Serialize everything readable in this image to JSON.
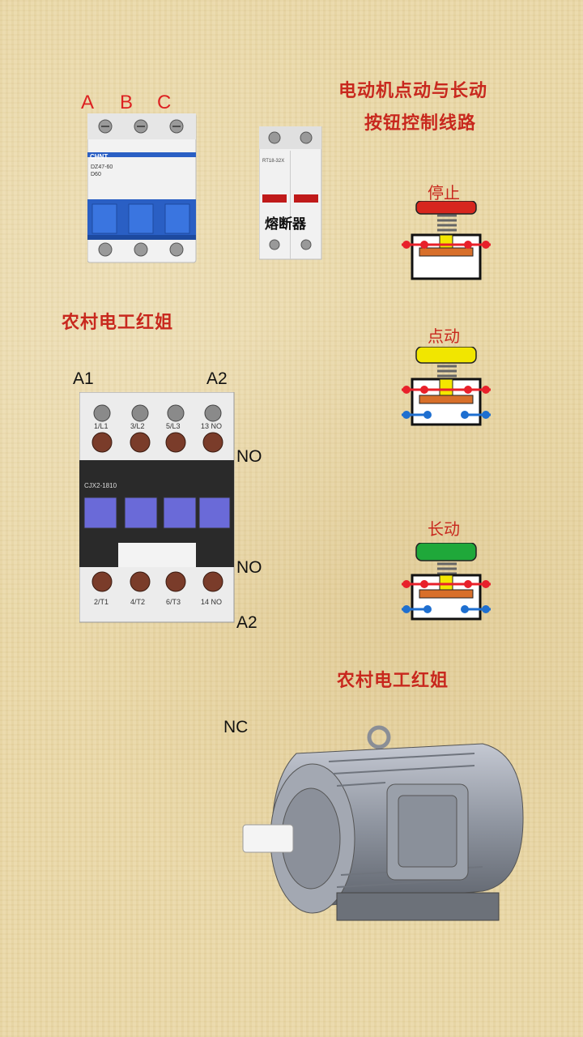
{
  "title": {
    "line1": "电动机点动与长动",
    "line2": "按钮控制线路"
  },
  "breaker": {
    "phases": [
      "A",
      "B",
      "C"
    ],
    "brand": "CHNT",
    "model": "DZ47-60",
    "rating": "D60"
  },
  "fuse": {
    "label": "熔断器",
    "model": "RT18-32X"
  },
  "watermark1": "农村电工红姐",
  "watermark2": "农村电工红姐",
  "contactor": {
    "coil_a1": "A1",
    "coil_a2_top": "A2",
    "coil_a2_bottom": "A2",
    "model": "CJX2-1810",
    "top_terminals": [
      "1/L1",
      "3/L2",
      "5/L3",
      "13 NO"
    ],
    "bottom_terminals": [
      "2/T1",
      "4/T2",
      "6/T3",
      "14 NO"
    ],
    "no_top": "NO",
    "no_bottom": "NO"
  },
  "buttons": [
    {
      "label": "停止",
      "cap_color": "#d7261e"
    },
    {
      "label": "点动",
      "cap_color": "#f1e600"
    },
    {
      "label": "长动",
      "cap_color": "#1fa83a"
    }
  ],
  "motor_label": "NC",
  "colors": {
    "title_red": "#c8281e",
    "wire_red": "#e8202a",
    "wire_blue": "#1e6fd0",
    "breaker_blue": "#2a5fc4"
  }
}
